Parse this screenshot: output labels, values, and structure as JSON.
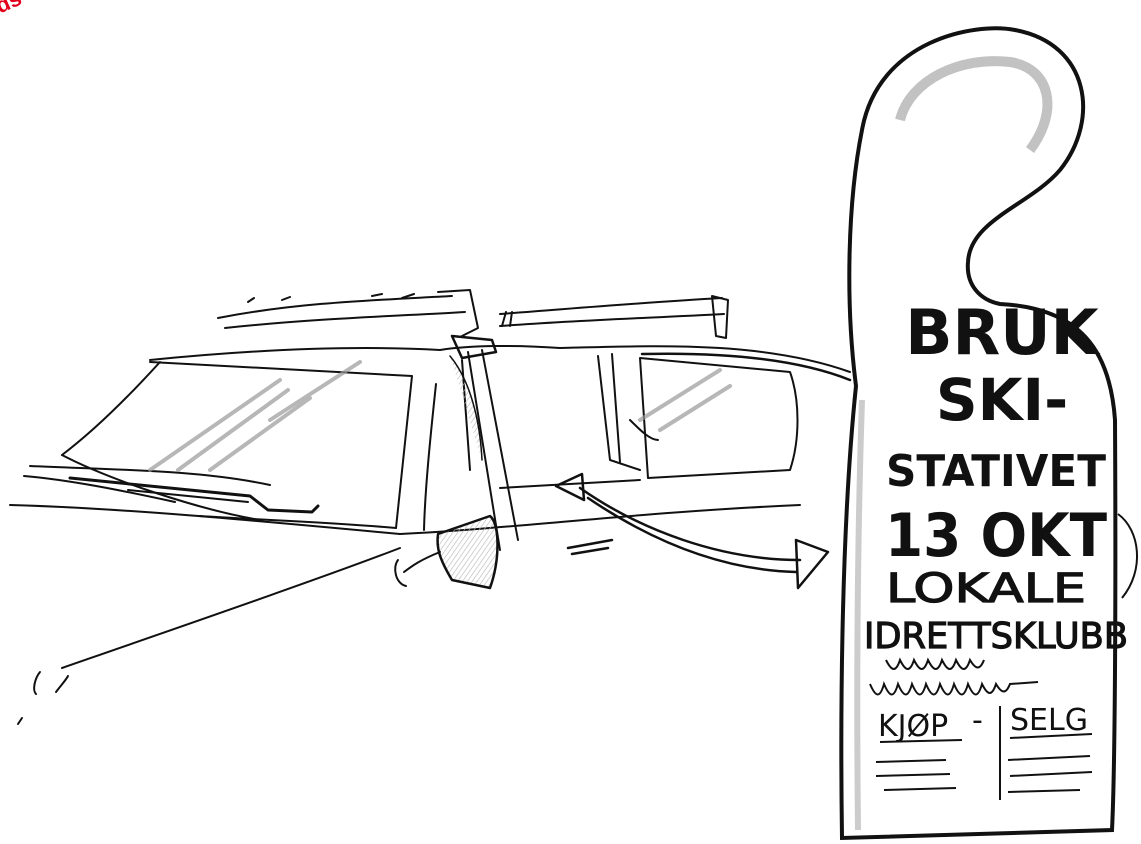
{
  "corner_mark": "lds",
  "door_hanger": {
    "headline": [
      "BRUK",
      "SKI-",
      "STATIVET",
      "13 OKT"
    ],
    "subtitle": [
      "LOKALE",
      "IDRETTSKLUBB"
    ],
    "footer": [
      "KJØP",
      "-",
      "SELG"
    ]
  },
  "colors": {
    "ink": "#111111",
    "shade": "#9a9a9a",
    "accent": "#e3001b"
  }
}
